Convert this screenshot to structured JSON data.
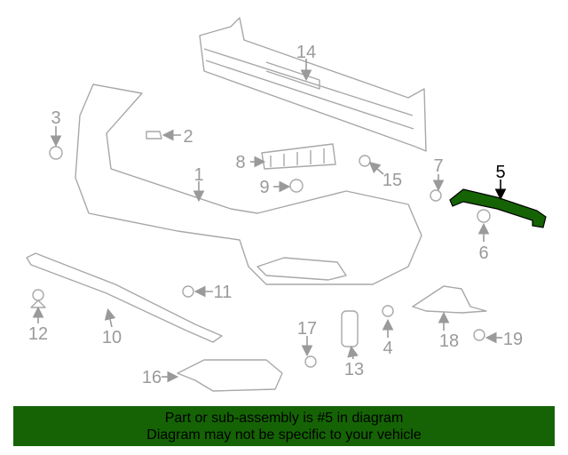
{
  "diagram": {
    "highlight_color": "#156305",
    "callouts": [
      "1",
      "2",
      "3",
      "4",
      "5",
      "6",
      "7",
      "8",
      "9",
      "10",
      "11",
      "12",
      "13",
      "14",
      "15",
      "16",
      "17",
      "18",
      "19"
    ],
    "highlighted_part": "5"
  },
  "banner": {
    "line1": "Part or sub-assembly is #5 in diagram",
    "line2": "Diagram may not be specific to your vehicle"
  }
}
